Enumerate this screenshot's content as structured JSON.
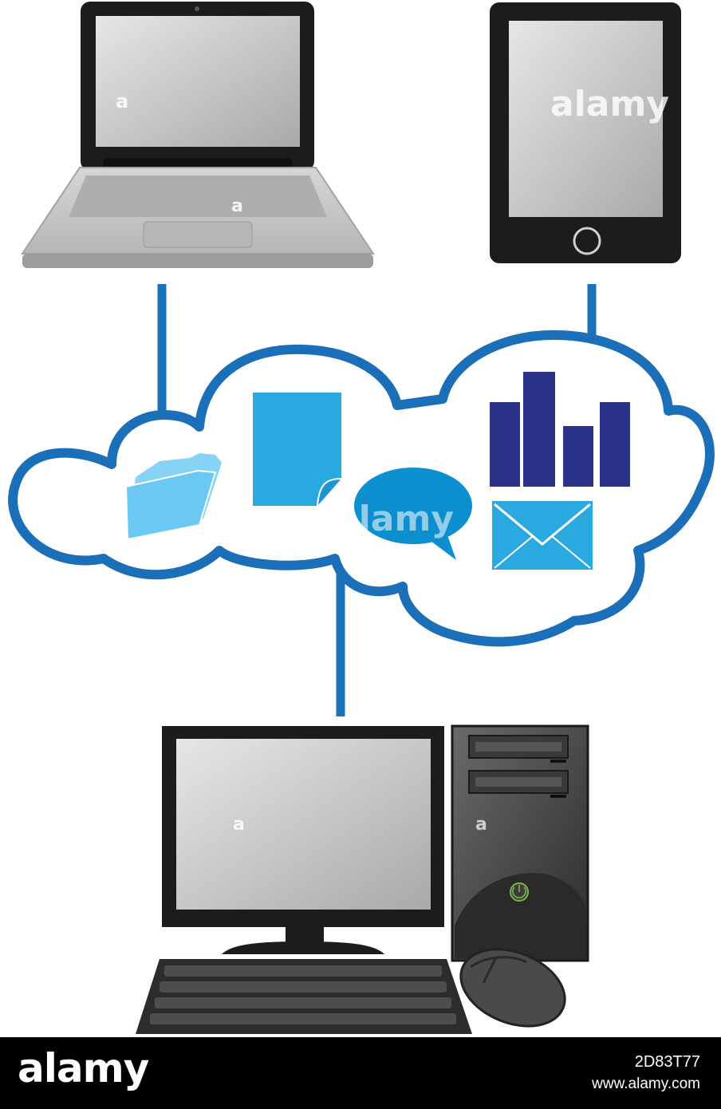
{
  "colors": {
    "connector": "#1a72bb",
    "cloud_outline": "#1a6fb8",
    "folder": "#6ac8f2",
    "document": "#29a9e1",
    "speech_bubble": "#0c8fcf",
    "chart_bars": "#2a3388",
    "envelope": "#2aa8e0",
    "device_frame": "#1c1c1c",
    "screen": "#cfcfcf",
    "laptop_body": "#c4c4c4",
    "power_led": "#7ab648",
    "footer_bg": "#000000"
  },
  "devices": {
    "laptop": "laptop-icon",
    "tablet": "tablet-icon",
    "desktop": "desktop-computer-icon"
  },
  "cloud": {
    "icons": [
      "folder-icon",
      "document-icon",
      "speech-bubble-icon",
      "bar-chart-icon",
      "envelope-icon"
    ]
  },
  "watermark": {
    "text": "alamy",
    "small": "a"
  },
  "footer": {
    "brand": "alamy",
    "image_id": "2D83T77",
    "site": "www.alamy.com"
  }
}
